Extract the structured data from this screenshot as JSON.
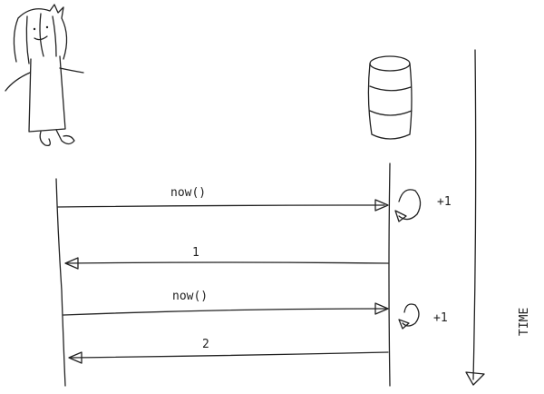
{
  "messages": [
    {
      "label": "now()",
      "direction": "right"
    },
    {
      "label": "1",
      "direction": "left"
    },
    {
      "label": "now()",
      "direction": "right"
    },
    {
      "label": "2",
      "direction": "left"
    }
  ],
  "increments": [
    "+1",
    "+1"
  ],
  "time_label": "TIME"
}
